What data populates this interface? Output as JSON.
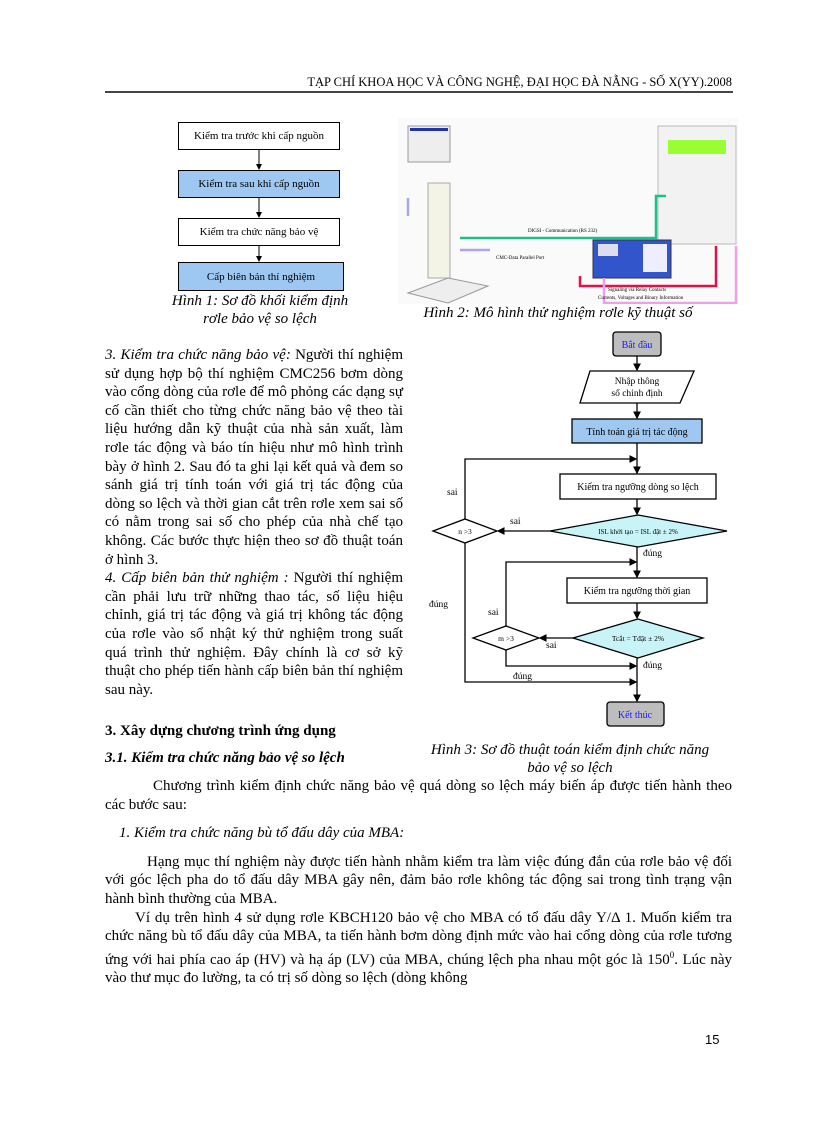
{
  "header": {
    "journal": "TẠP CHÍ KHOA HỌC VÀ CÔNG NGHỆ, ĐẠI HỌC ĐÀ NẴNG - SỐ X(YY).2008"
  },
  "figure1": {
    "boxes": [
      "Kiểm tra trước khi cấp nguồn",
      "Kiểm tra sau khi cấp nguồn",
      "Kiểm tra chức năng bảo vệ",
      "Cấp biên bản thí nghiệm"
    ],
    "caption_line1": "Hình  1: Sơ  đồ khối kiểm định",
    "caption_line2": "rơle bảo vệ so lệch"
  },
  "figure2": {
    "labels": {
      "digsi": "DIGSI - Communication (RS 232)",
      "cmc": "CMC-Data Parallel Port",
      "signaling": "Signaling via Relay Contacts",
      "currents": "Currents, Voltages and Binary Information"
    },
    "caption": "Hình 2: Mô hình thử nghiệm rơle kỹ thuật số"
  },
  "figure3": {
    "start": "Bắt đầu",
    "input_line1": "Nhập thông",
    "input_line2": "số chỉnh định",
    "compute": "Tính toán giá trị tác động",
    "check_current": "Kiểm tra ngưỡng dòng so lệch",
    "cond_current": "ISL khởi tạo = ISL đặt ± 2%",
    "n_check": "n >3",
    "check_time": "Kiểm tra ngưỡng thời gian",
    "cond_time": "Tcắt = Tđặt ± 2%",
    "m_check": "m >3",
    "end": "Kết thúc",
    "sai": "sai",
    "dung": "đúng",
    "caption_line1": "Hình 3: Sơ đồ thuật toán kiểm định chức năng",
    "caption_line2": "bảo vệ so lệch"
  },
  "colors": {
    "blue_box": "#9ec8f2",
    "cyan_diamond": "#c8f4f8",
    "terminal": "#bdbdbd",
    "terminal_text": "#1a1aff",
    "green_line": "#1abf8a",
    "red_line": "#e0104a",
    "pink_line": "#f0a0e8"
  },
  "body": {
    "item3_title": "3. Kiểm tra chức năng bảo vệ:",
    "item3_text": " Người thí nghiệm sử dụng hợp bộ thí nghiệm CMC256 bơm dòng vào cổng dòng của rơle để mô phỏng các dạng sự cố cần thiết cho từng chức năng bảo vệ theo tài liệu hướng dẫn kỹ thuật của nhà sản xuất, làm rơle tác động và báo tín hiệu như mô hình trình bày ở hình 2. Sau đó ta ghi lại kết quả và đem so sánh giá trị tính toán với giá trị tác động của dòng so lệch và thời gian cắt trên rơle xem sai số có nằm trong sai số cho phép của nhà chế tạo không. Các bước thực hiện theo sơ đồ thuật toán ở hình 3.",
    "item4_title": "4. Cấp biên bản thử nghiệm :",
    "item4_text": " Người thí nghiệm cần phải lưu trữ những thao tác, số liệu hiệu chỉnh, giá trị tác động và giá trị không tác động của rơle vào sổ nhật ký thử nghiệm trong suất quá trình thử nghiệm. Đây chính là cơ sở kỹ thuật cho phép tiến hành cấp biên bản thí nghiệm sau này.",
    "section3": "3. Xây dựng chương trình ứng dụng",
    "section31": "3.1. Kiểm tra chức năng bảo vệ so lệch",
    "para1": "Chương trình kiểm định chức năng bảo vệ quá dòng so lệch máy biến áp được tiến hành theo các bước sau:",
    "step1": "1. Kiểm tra chức năng bù tổ đấu dây của MBA:",
    "para2": "Hạng mục thí nghiệm này được tiến hành nhằm kiểm tra làm việc đúng đắn của rơle bảo vệ đối với góc lệch pha do tổ đấu dây MBA gây nên, đảm bảo rơle không tác động sai trong tình trạng vận hành bình thường của MBA.",
    "para3a": "Ví dụ trên hình 4 sử dụng rơle KBCH120 bảo vệ cho MBA có tổ đấu dây Y/Δ 1. Muốn kiểm tra chức năng bù tổ đấu dây của MBA, ta tiến hành bơm dòng định mức vào hai cổng dòng của rơle tương ứng với hai phía cao áp (HV) và hạ áp (LV) của MBA, chúng lệch pha nhau một góc là 150",
    "para3_sup": "0",
    "para3b": ". Lúc này vào thư mục đo lường, ta có trị số dòng so lệch (dòng không"
  },
  "page_number": "15"
}
